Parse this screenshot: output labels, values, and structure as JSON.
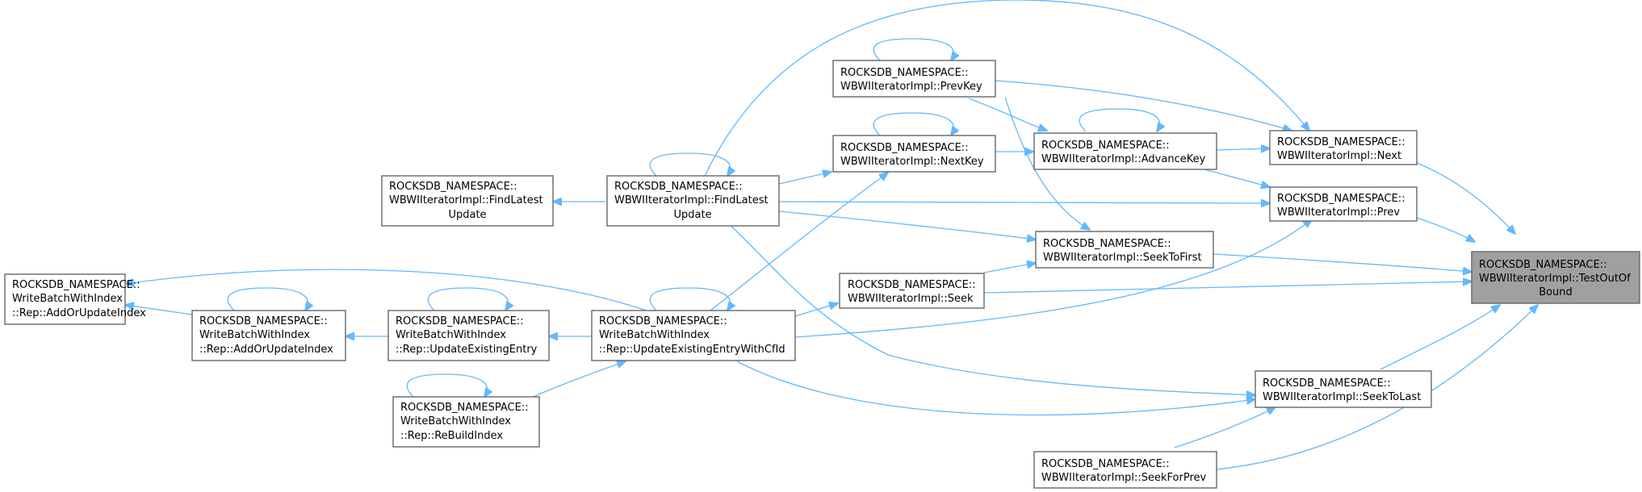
{
  "nodes": {
    "testoutofbound": [
      "ROCKSDB_NAMESPACE::",
      "WBWIIteratorImpl::TestOutOf",
      "Bound"
    ],
    "next": [
      "ROCKSDB_NAMESPACE::",
      "WBWIIteratorImpl::Next"
    ],
    "prev": [
      "ROCKSDB_NAMESPACE::",
      "WBWIIteratorImpl::Prev"
    ],
    "seektofirst": [
      "ROCKSDB_NAMESPACE::",
      "WBWIIteratorImpl::SeekToFirst"
    ],
    "seek": [
      "ROCKSDB_NAMESPACE::",
      "WBWIIteratorImpl::Seek"
    ],
    "seektolast": [
      "ROCKSDB_NAMESPACE::",
      "WBWIIteratorImpl::SeekToLast"
    ],
    "seekforprev": [
      "ROCKSDB_NAMESPACE::",
      "WBWIIteratorImpl::SeekForPrev"
    ],
    "advancekey": [
      "ROCKSDB_NAMESPACE::",
      "WBWIIteratorImpl::AdvanceKey"
    ],
    "prevkey": [
      "ROCKSDB_NAMESPACE::",
      "WBWIIteratorImpl::PrevKey"
    ],
    "nextkey": [
      "ROCKSDB_NAMESPACE::",
      "WBWIIteratorImpl::NextKey"
    ],
    "findlatestupdate_a": [
      "ROCKSDB_NAMESPACE::",
      "WBWIIteratorImpl::FindLatest",
      "Update"
    ],
    "findlatestupdate_b": [
      "ROCKSDB_NAMESPACE::",
      "WBWIIteratorImpl::FindLatest",
      "Update"
    ],
    "updateexistingentrywithcfid": [
      "ROCKSDB_NAMESPACE::",
      "WriteBatchWithIndex",
      "::Rep::UpdateExistingEntryWithCfId"
    ],
    "updateexistingentry": [
      "ROCKSDB_NAMESPACE::",
      "WriteBatchWithIndex",
      "::Rep::UpdateExistingEntry"
    ],
    "addorupdateindex_a": [
      "ROCKSDB_NAMESPACE::",
      "WriteBatchWithIndex",
      "::Rep::AddOrUpdateIndex"
    ],
    "addorupdateindex_b": [
      "ROCKSDB_NAMESPACE::",
      "WriteBatchWithIndex",
      "::Rep::AddOrUpdateIndex"
    ],
    "rebuildindex": [
      "ROCKSDB_NAMESPACE::",
      "WriteBatchWithIndex",
      "::Rep::ReBuildIndex"
    ]
  },
  "colors": {
    "edge": "#63b8ff",
    "node_border": "#666666",
    "target_fill": "#a0a0a0",
    "node_fill": "#ffffff"
  }
}
